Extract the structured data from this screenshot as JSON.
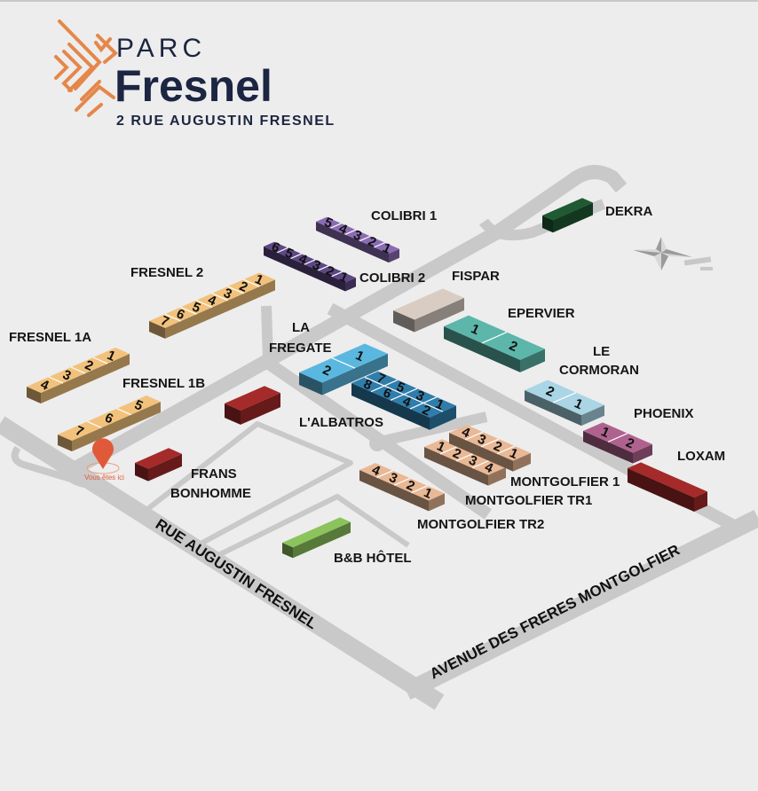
{
  "logo": {
    "prefix": "PARC",
    "name": "Fresnel",
    "address": "2 RUE AUGUSTIN FRESNEL"
  },
  "roads": {
    "rue_augustin_fresnel": "RUE AUGUSTIN FRESNEL",
    "avenue_freres_montgolfier": "AVENUE DES FRERES MONTGOLFIER"
  },
  "you_are_here": "Vous êtes ici",
  "colors": {
    "road": "#c9c9c9",
    "background": "#ededed",
    "pin": "#e05a3a",
    "logo_navy": "#1c2541",
    "logo_orange": "#e5874a"
  },
  "buildings": [
    {
      "id": "colibri1",
      "name": "COLIBRI 1",
      "units": [
        "5",
        "4",
        "3",
        "2",
        "1"
      ],
      "color": "#8a6cb3"
    },
    {
      "id": "colibri2",
      "name": "COLIBRI 2",
      "units": [
        "6",
        "5",
        "4",
        "3",
        "2",
        "1"
      ],
      "color": "#5d4785"
    },
    {
      "id": "fresnel2",
      "name": "FRESNEL 2",
      "units": [
        "7",
        "6",
        "5",
        "4",
        "3",
        "2",
        "1"
      ],
      "color": "#f2c27c"
    },
    {
      "id": "fresnel1a",
      "name": "FRESNEL 1A",
      "units": [
        "4",
        "3",
        "2",
        "1"
      ],
      "color": "#f2c27c"
    },
    {
      "id": "fresnel1b",
      "name": "FRESNEL 1B",
      "units": [
        "7",
        "6",
        "5"
      ],
      "color": "#f2c27c"
    },
    {
      "id": "fispar",
      "name": "FISPAR",
      "units": [],
      "color": "#d9cdc3"
    },
    {
      "id": "dekra",
      "name": "DEKRA",
      "units": [],
      "color": "#1f5a32"
    },
    {
      "id": "epervier",
      "name": "EPERVIER",
      "units": [
        "1",
        "2"
      ],
      "color": "#5cb7aa"
    },
    {
      "id": "cormoran",
      "name": "LE CORMORAN",
      "units": [
        "2",
        "1"
      ],
      "color": "#a9d5e4"
    },
    {
      "id": "phoenix",
      "name": "PHOENIX",
      "units": [
        "1",
        "2"
      ],
      "color": "#b0628f"
    },
    {
      "id": "loxam",
      "name": "LOXAM",
      "units": [],
      "color": "#a52a2a"
    },
    {
      "id": "fregate",
      "name": "LA FREGATE",
      "units": [
        "2",
        "1"
      ],
      "color": "#5ab8e0"
    },
    {
      "id": "albatros",
      "name": "L'ALBATROS",
      "units": [
        "8",
        "6",
        "4",
        "2",
        "7",
        "5",
        "3",
        "1"
      ],
      "color": "#2f7dab"
    },
    {
      "id": "montgolfier_tr2",
      "name": "MONTGOLFIER TR2",
      "units": [
        "4",
        "3",
        "2",
        "1"
      ],
      "color": "#e9b895"
    },
    {
      "id": "montgolfier_tr1",
      "name": "MONTGOLFIER TR1",
      "units": [
        "1",
        "2",
        "3",
        "4"
      ],
      "color": "#e9b895"
    },
    {
      "id": "montgolfier1",
      "name": "MONTGOLFIER 1",
      "units": [
        "4",
        "3",
        "2",
        "1"
      ],
      "color": "#e9b895"
    },
    {
      "id": "frans_bonhomme",
      "name": "FRANS BONHOMME",
      "units": [],
      "color": "#a52a2a"
    },
    {
      "id": "unnamed_red",
      "name": "",
      "units": [],
      "color": "#a52a2a"
    },
    {
      "id": "bb_hotel",
      "name": "B&B HÔTEL",
      "units": [],
      "color": "#8cc35c"
    }
  ]
}
